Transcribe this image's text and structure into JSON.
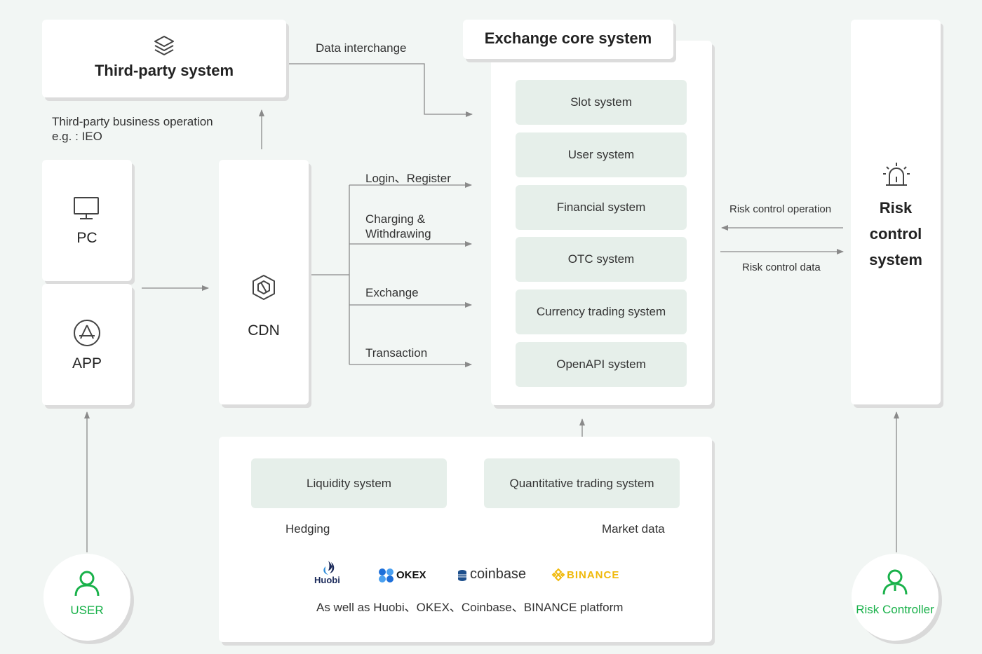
{
  "third_party": {
    "title": "Third-party system",
    "icon": "layers-icon"
  },
  "labels": {
    "data_interchange": "Data interchange",
    "third_party_op_line1": "Third-party business operation",
    "third_party_op_line2": "e.g. : IEO",
    "login_register": "Login、Register",
    "charging_line1": "Charging &",
    "charging_line2": "Withdrawing",
    "exchange": "Exchange",
    "transaction": "Transaction",
    "risk_op": "Risk control operation",
    "risk_data": "Risk control data",
    "hedging": "Hedging",
    "market_data": "Market data"
  },
  "pc": {
    "label": "PC",
    "icon": "monitor-icon"
  },
  "app": {
    "label": "APP",
    "icon": "app-store-icon"
  },
  "cdn": {
    "label": "CDN",
    "icon": "cube-icon"
  },
  "core": {
    "title": "Exchange core system",
    "systems": [
      "Slot system",
      "User system",
      "Financial system",
      "OTC system",
      "Currency trading system",
      "OpenAPI system"
    ]
  },
  "risk": {
    "line1": "Risk",
    "line2": "control",
    "line3": "system",
    "icon": "alarm-light-icon"
  },
  "bottom": {
    "liquidity": "Liquidity system",
    "quant": "Quantitative trading system",
    "platforms_note": "As well as Huobi、OKEX、Coinbase、BINANCE platform",
    "logos": {
      "huobi": "Huobi",
      "okex": "OKEX",
      "coinbase": "coinbase",
      "binance": "BINANCE"
    }
  },
  "user": {
    "label": "USER",
    "icon": "user-icon"
  },
  "risk_controller": {
    "label": "Risk Controller",
    "icon": "user-icon"
  },
  "colors": {
    "accent_green": "#19b14a",
    "item_bg": "#e6efea",
    "line": "#888888"
  }
}
